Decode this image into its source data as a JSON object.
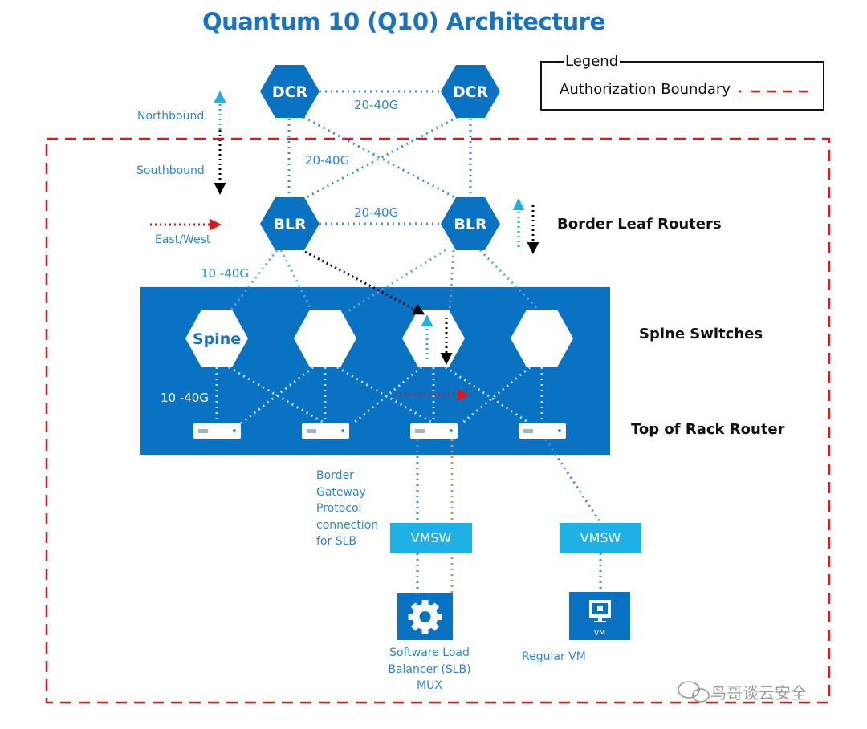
{
  "title": "Quantum 10 (Q10) Architecture",
  "legend": {
    "title": "Legend",
    "item_label": "Authorization Boundary",
    "boundary_color": "#e3141b"
  },
  "direction_labels": {
    "northbound": "Northbound",
    "southbound": "Southbound",
    "east_west": "East/West"
  },
  "nodes": {
    "dcr_left": "DCR",
    "dcr_right": "DCR",
    "blr_left": "BLR",
    "blr_right": "BLR",
    "spine_1": "Spine"
  },
  "link_speeds": {
    "dcr_dcr": "20-40G",
    "dcr_blr": "20-40G",
    "blr_blr": "20-40G",
    "blr_spine": "10 -40G",
    "spine_tor": "10 -40G"
  },
  "layer_labels": {
    "border_leaf": "Border Leaf Routers",
    "spine": "Spine Switches",
    "tor": "Top of Rack Router"
  },
  "vmsw_left": "VMSW",
  "vmsw_right": "VMSW",
  "bgp_note": [
    "Border",
    "Gateway",
    "Protocol",
    "connection",
    "for SLB"
  ],
  "slb_label": [
    "Software Load",
    "Balancer (SLB) MUX"
  ],
  "vm_label": "Regular VM",
  "vm_icon_text": "VM",
  "watermark": "鸟哥谈云安全",
  "colors": {
    "brand_blue": "#0a72c2",
    "light_blue": "#1fb1e6",
    "link_blue": "#3b8fd6",
    "arrow_red": "#e3141b",
    "bgp_orange": "#f08a4b"
  }
}
